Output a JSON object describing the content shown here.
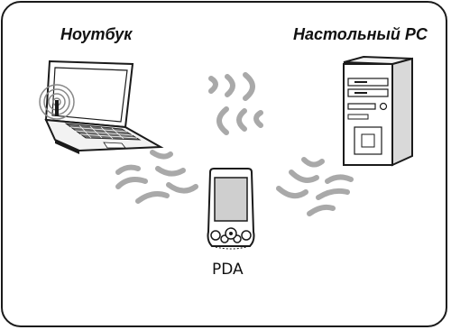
{
  "labels": {
    "laptop": "Ноутбук",
    "desktop": "Настольный PC",
    "pda": "PDA"
  },
  "icons": {
    "laptop": "laptop-icon",
    "desktop": "desktop-tower-icon",
    "pda": "pda-icon",
    "wireless_signal": "wireless-signal-icon",
    "wave": "wireless-wave-icon"
  },
  "colors": {
    "outline": "#1a1a1a",
    "wave_gray": "#a9a9a9",
    "screen_gray": "#cfcfcf",
    "body_light": "#f2f2f2"
  }
}
